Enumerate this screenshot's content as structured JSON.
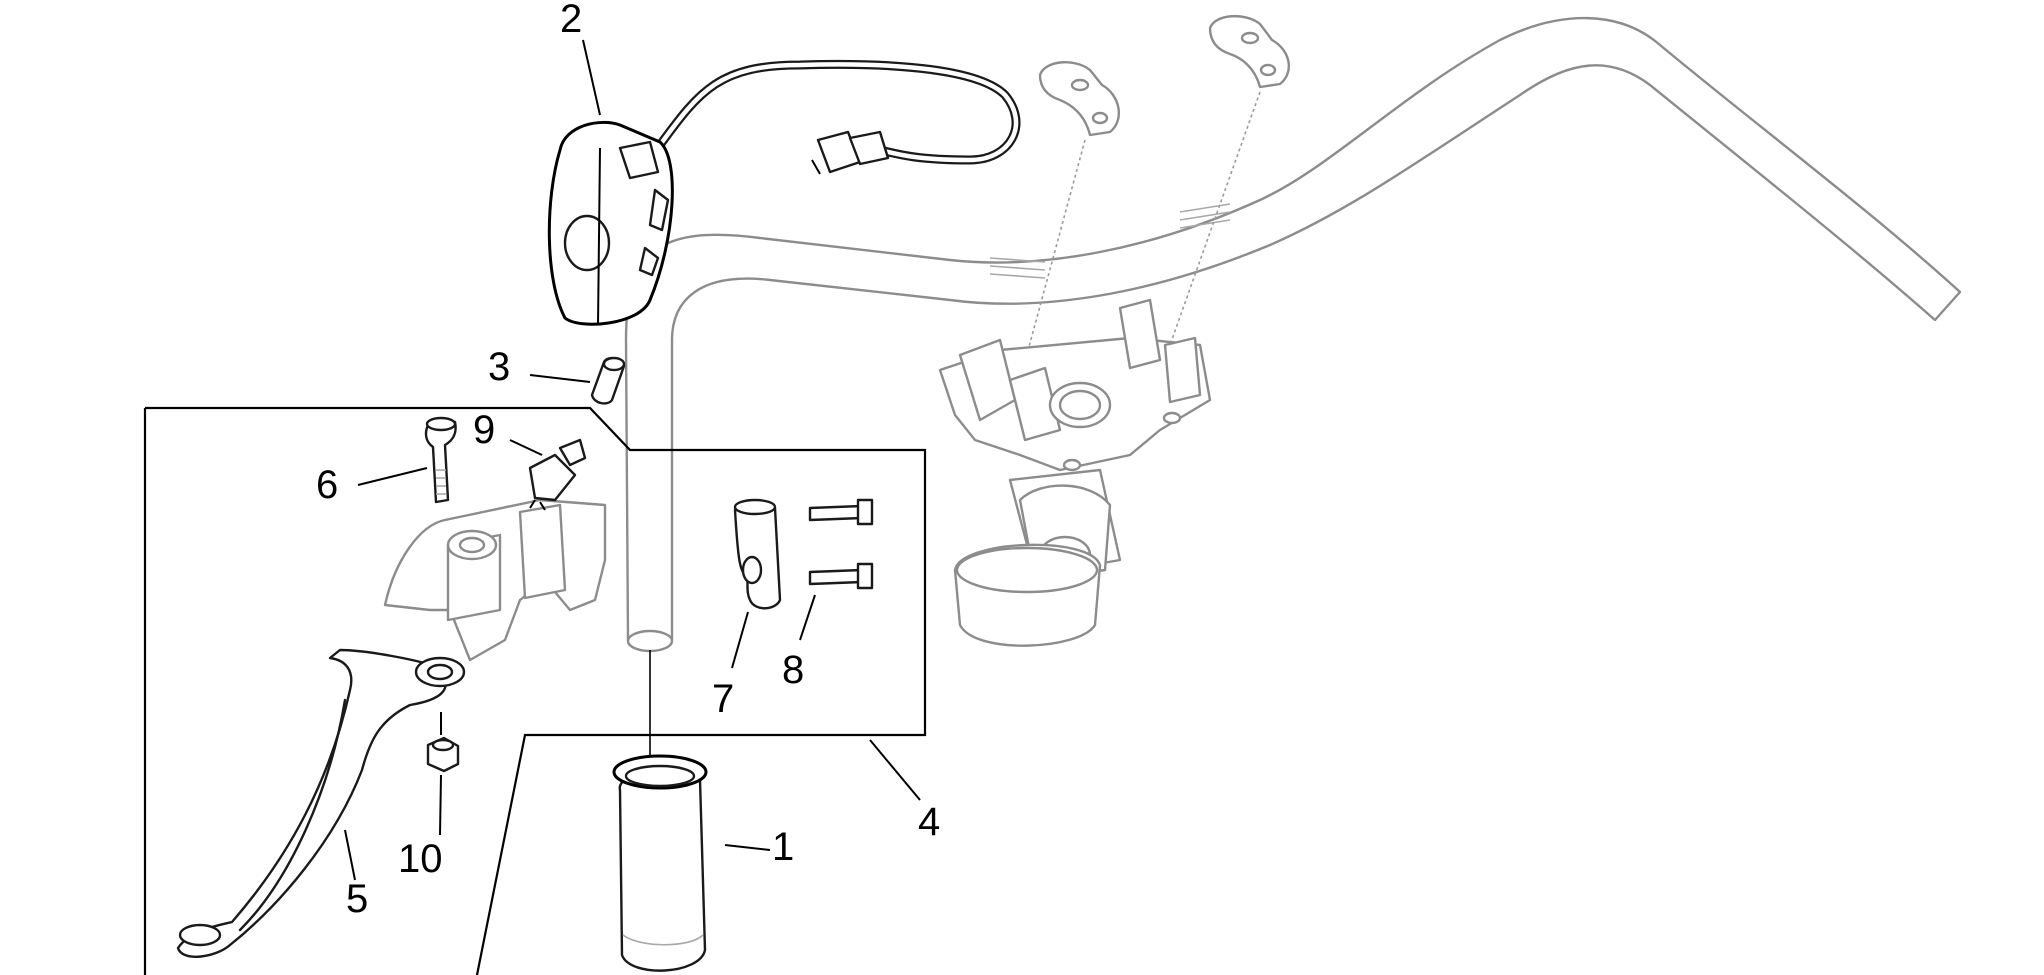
{
  "diagram": {
    "callouts": [
      {
        "id": "1",
        "label": "1"
      },
      {
        "id": "2",
        "label": "2"
      },
      {
        "id": "3",
        "label": "3"
      },
      {
        "id": "4",
        "label": "4"
      },
      {
        "id": "5",
        "label": "5"
      },
      {
        "id": "6",
        "label": "6"
      },
      {
        "id": "7",
        "label": "7"
      },
      {
        "id": "8",
        "label": "8"
      },
      {
        "id": "9",
        "label": "9"
      },
      {
        "id": "10",
        "label": "10"
      }
    ],
    "colors": {
      "line": "#1a1a1a",
      "ghost_parts": "#8c8c8c",
      "background": "#ffffff"
    }
  }
}
